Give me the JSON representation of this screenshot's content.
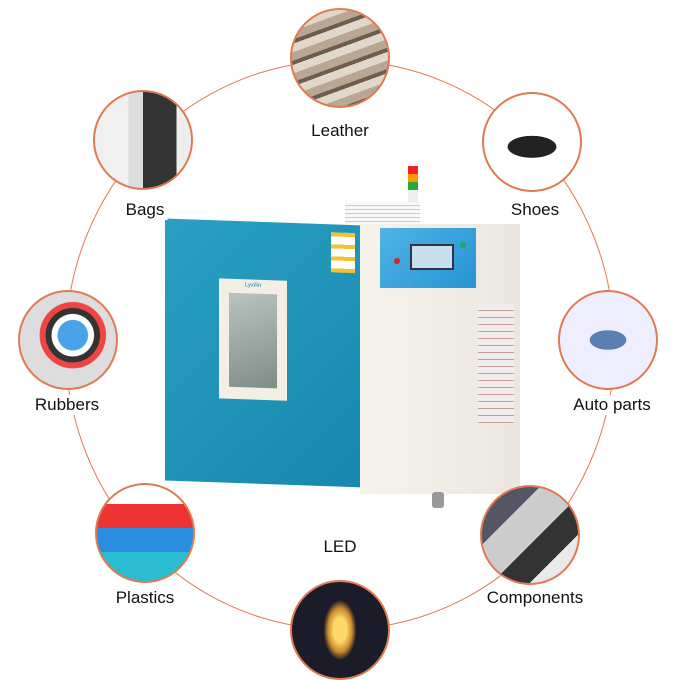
{
  "accent_color": "#e07a52",
  "machine": {
    "logo": "Lyxilin",
    "door_color": "#1e95b8",
    "cabinet_color": "#f3efe8"
  },
  "applications": [
    {
      "label": "Leather",
      "icon": "leather-image"
    },
    {
      "label": "Bags",
      "icon": "luggage-image"
    },
    {
      "label": "Shoes",
      "icon": "sneaker-image"
    },
    {
      "label": "Rubbers",
      "icon": "rubber-parts-image"
    },
    {
      "label": "Auto parts",
      "icon": "car-parts-image"
    },
    {
      "label": "Plastics",
      "icon": "plastic-goods-image"
    },
    {
      "label": "Components",
      "icon": "electronic-components-image"
    },
    {
      "label": "LED",
      "icon": "christmas-tree-lights-image"
    }
  ]
}
